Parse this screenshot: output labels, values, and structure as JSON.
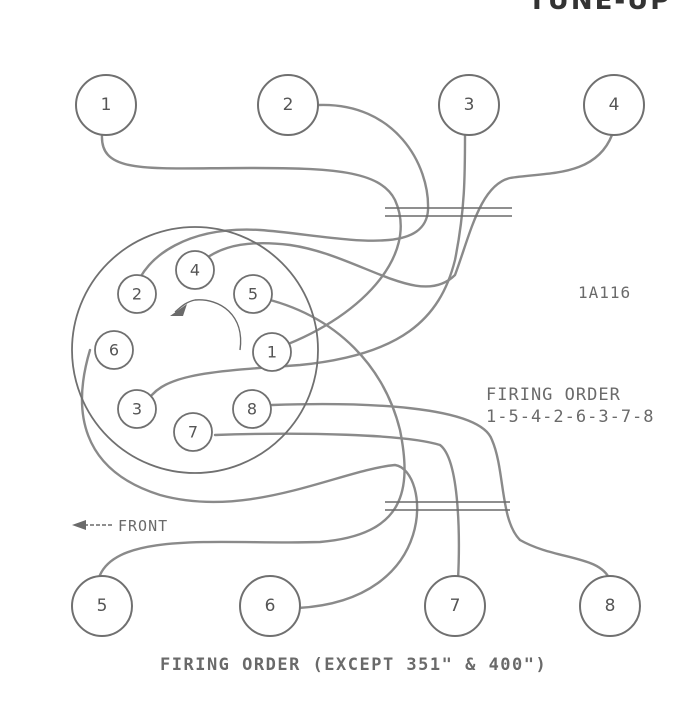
{
  "header_text": "TUNE-UP",
  "diagram_code": "1A116",
  "firing_order_title": "FIRING ORDER",
  "firing_order_sequence": "1-5-4-2-6-3-7-8",
  "front_label": "FRONT",
  "caption": "FIRING ORDER (EXCEPT 351\" & 400\")",
  "cylinders": [
    "1",
    "2",
    "3",
    "4",
    "5",
    "6",
    "7",
    "8"
  ],
  "distributor_posts": [
    "1",
    "2",
    "3",
    "4",
    "5",
    "6",
    "7",
    "8"
  ],
  "rotation": "counterclockwise"
}
